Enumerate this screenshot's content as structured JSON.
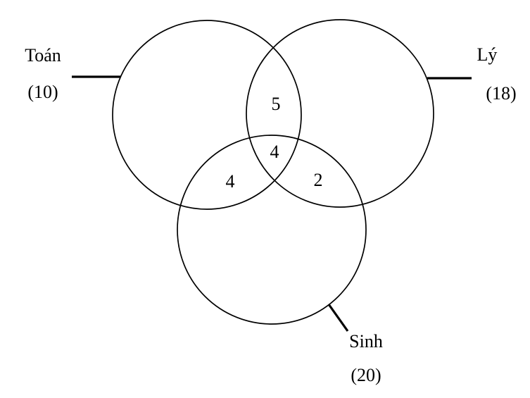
{
  "diagram": {
    "type": "venn-3-set",
    "background": "#ffffff",
    "stroke_color": "#000000",
    "sets": [
      {
        "name": "Toán",
        "count": "(10)",
        "position": "top-left"
      },
      {
        "name": "Lý",
        "count": "(18)",
        "position": "top-right"
      },
      {
        "name": "Sinh",
        "count": "(20)",
        "position": "bottom"
      }
    ],
    "overlaps": {
      "toan_ly": "5",
      "toan_ly_sinh": "4",
      "toan_sinh": "4",
      "ly_sinh": "2"
    }
  }
}
